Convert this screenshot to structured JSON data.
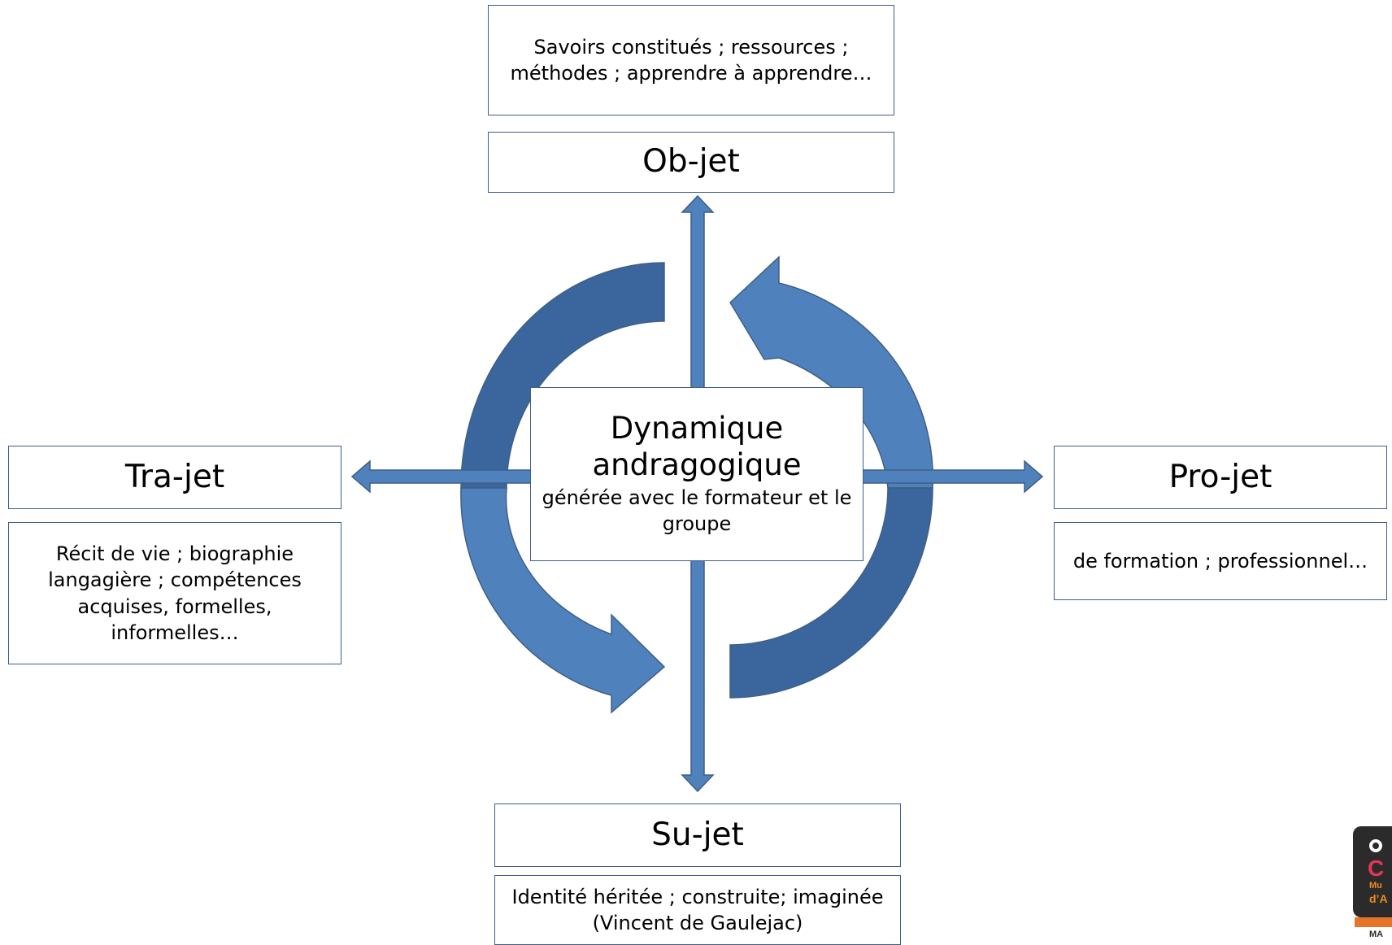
{
  "colors": {
    "arrow_fill": "#4f81bd",
    "arrow_fill_dark": "#3a669d",
    "arrow_outline": "#3f5f86",
    "box_border": "#3f5f86",
    "logo_dark": "#2b2b2b",
    "logo_pink": "#e8335a",
    "logo_orange": "#f08a1c"
  },
  "objet": {
    "description": "Savoirs constitués ; ressources ; méthodes ; apprendre à apprendre…",
    "title": "Ob-jet"
  },
  "center": {
    "title": "Dynamique andragogique",
    "subtitle": "générée avec le formateur et le groupe"
  },
  "trajet": {
    "title": "Tra-jet",
    "description": "Récit de vie ; biographie langagière ; compétences acquises, formelles, informelles…"
  },
  "projet": {
    "title": "Pro-jet",
    "description": "de formation ; professionnel…"
  },
  "sujet": {
    "title": "Su-jet",
    "description": "Identité héritée ; construite; imaginée (Vincent de Gaulejac)"
  },
  "logo": {
    "letter": "C",
    "line1": "Mu",
    "line2": "d’A",
    "line3": "MA"
  }
}
